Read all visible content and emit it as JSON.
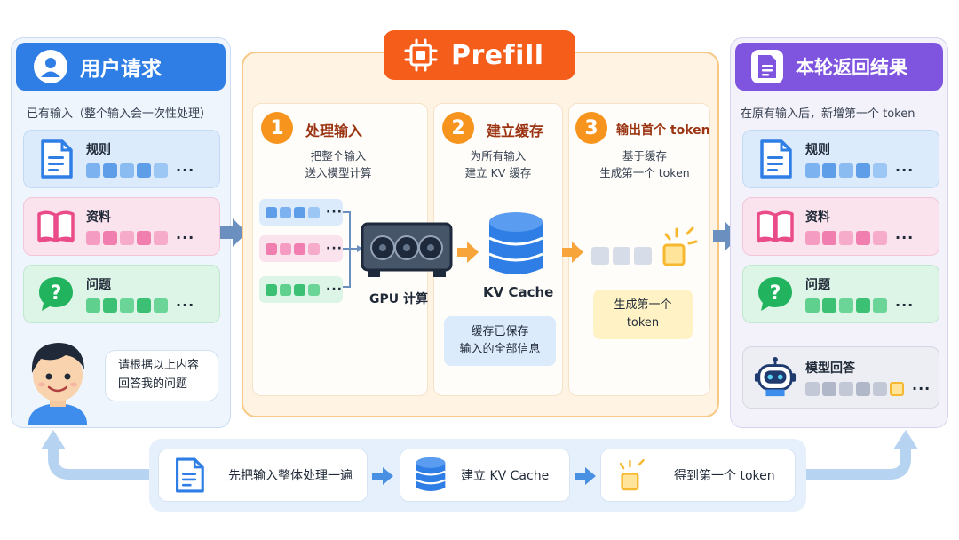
{
  "left": {
    "title": "用户请求",
    "caption": "已有输入（整个输入会一次性处理）",
    "items": [
      {
        "label": "规则"
      },
      {
        "label": "资料"
      },
      {
        "label": "问题"
      }
    ],
    "speech_line1": "请根据以上内容",
    "speech_line2": "回答我的问题"
  },
  "prefill": {
    "title": "Prefill",
    "steps": [
      {
        "num": "1",
        "title": "处理输入",
        "desc_line1": "把整个输入",
        "desc_line2": "送入模型计算"
      },
      {
        "num": "2",
        "title": "建立缓存",
        "desc_line1": "为所有输入",
        "desc_line2": "建立 KV 缓存"
      },
      {
        "num": "3",
        "title": "输出首个 token",
        "desc_line1": "基于缓存",
        "desc_line2": "生成第一个 token"
      }
    ],
    "gpu_label": "GPU 计算",
    "kv_label": "KV Cache",
    "kv_note_line1": "缓存已保存",
    "kv_note_line2": "输入的全部信息",
    "token_note_line1": "生成第一个",
    "token_note_line2": "token"
  },
  "right": {
    "title": "本轮返回结果",
    "caption": "在原有输入后，新增第一个 token",
    "items": [
      {
        "label": "规则"
      },
      {
        "label": "资料"
      },
      {
        "label": "问题"
      }
    ],
    "reply_label": "模型回答"
  },
  "flow": {
    "steps": [
      {
        "label": "先把输入整体处理一遍"
      },
      {
        "label": "建立 KV Cache"
      },
      {
        "label": "得到第一个 token"
      }
    ]
  },
  "colors": {
    "blue": "#2f7ee6",
    "purple": "#7f55e0",
    "orange": "#f45d1a",
    "step_orange": "#f7941d",
    "pink": "#ea4c89",
    "green": "#22b35e",
    "token_yellow": "#f5b82e"
  },
  "icons": {
    "user": "user-avatar-icon",
    "doc": "document-icon",
    "book": "book-icon",
    "question": "question-bubble-icon",
    "chip": "chip-icon",
    "gpu": "gpu-icon",
    "database": "database-icon",
    "robot": "robot-icon",
    "spark": "spark-token-icon"
  }
}
